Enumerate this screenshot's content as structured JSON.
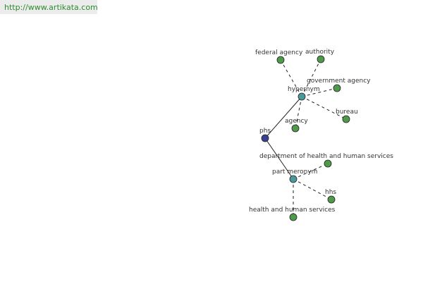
{
  "header": {
    "url": "http://www.artikata.com"
  },
  "graph": {
    "colors": {
      "root": "#3a3f8f",
      "hub": "#4a9a9a",
      "leaf": "#4f9a4a",
      "stroke": "#222222"
    },
    "nodes": [
      {
        "id": "phs",
        "label": "phs",
        "kind": "root"
      },
      {
        "id": "hypernym",
        "label": "hypernym",
        "kind": "hub"
      },
      {
        "id": "part-meronym",
        "label": "part meronym",
        "kind": "hub"
      },
      {
        "id": "federal-agency",
        "label": "federal agency",
        "kind": "leaf"
      },
      {
        "id": "authority",
        "label": "authority",
        "kind": "leaf"
      },
      {
        "id": "government-agency",
        "label": "government agency",
        "kind": "leaf"
      },
      {
        "id": "bureau",
        "label": "bureau",
        "kind": "leaf"
      },
      {
        "id": "agency",
        "label": "agency",
        "kind": "leaf"
      },
      {
        "id": "dept-hhs",
        "label": "department of health and human services",
        "kind": "leaf"
      },
      {
        "id": "hhs",
        "label": "hhs",
        "kind": "leaf"
      },
      {
        "id": "health-human-services",
        "label": "health and human services",
        "kind": "leaf"
      }
    ],
    "edges": [
      {
        "from": "phs",
        "to": "hypernym",
        "style": "solid"
      },
      {
        "from": "phs",
        "to": "part-meronym",
        "style": "solid"
      },
      {
        "from": "hypernym",
        "to": "federal-agency",
        "style": "dashed"
      },
      {
        "from": "hypernym",
        "to": "authority",
        "style": "dashed"
      },
      {
        "from": "hypernym",
        "to": "government-agency",
        "style": "dashed"
      },
      {
        "from": "hypernym",
        "to": "bureau",
        "style": "dashed"
      },
      {
        "from": "hypernym",
        "to": "agency",
        "style": "dashed"
      },
      {
        "from": "part-meronym",
        "to": "dept-hhs",
        "style": "dashed"
      },
      {
        "from": "part-meronym",
        "to": "hhs",
        "style": "dashed"
      },
      {
        "from": "part-meronym",
        "to": "health-human-services",
        "style": "dashed"
      }
    ]
  }
}
